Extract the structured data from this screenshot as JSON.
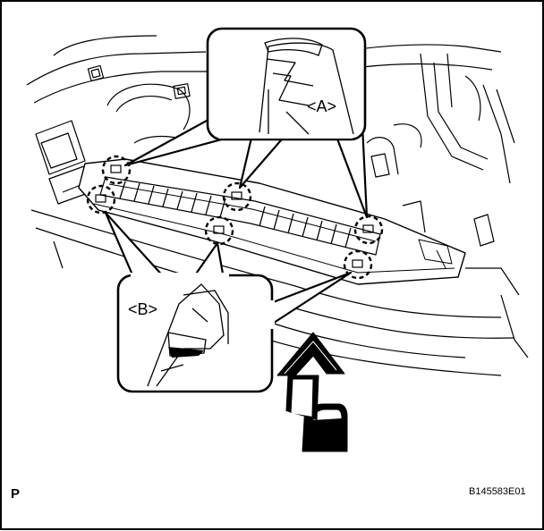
{
  "callouts": {
    "a_label": "<A>",
    "b_label": "<B>"
  },
  "corner_label": "P",
  "figure_code": "B145583E01"
}
